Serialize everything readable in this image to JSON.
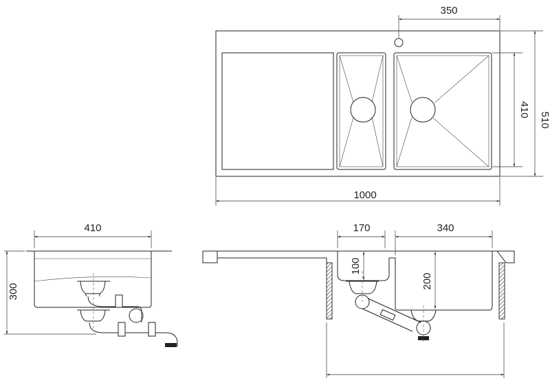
{
  "drawing": {
    "top_view": {
      "dim_tap_offset": "350",
      "dim_bowl_depth": "410",
      "dim_width": "510",
      "dim_length": "1000"
    },
    "side_view": {
      "dim_bowl_width": "410",
      "dim_height": "300"
    },
    "front_view": {
      "dim_small_bowl": "170",
      "dim_large_bowl": "340",
      "dim_small_depth": "100",
      "dim_large_depth": "200"
    },
    "colors": {
      "line": "#222222",
      "background": "#ffffff"
    }
  }
}
